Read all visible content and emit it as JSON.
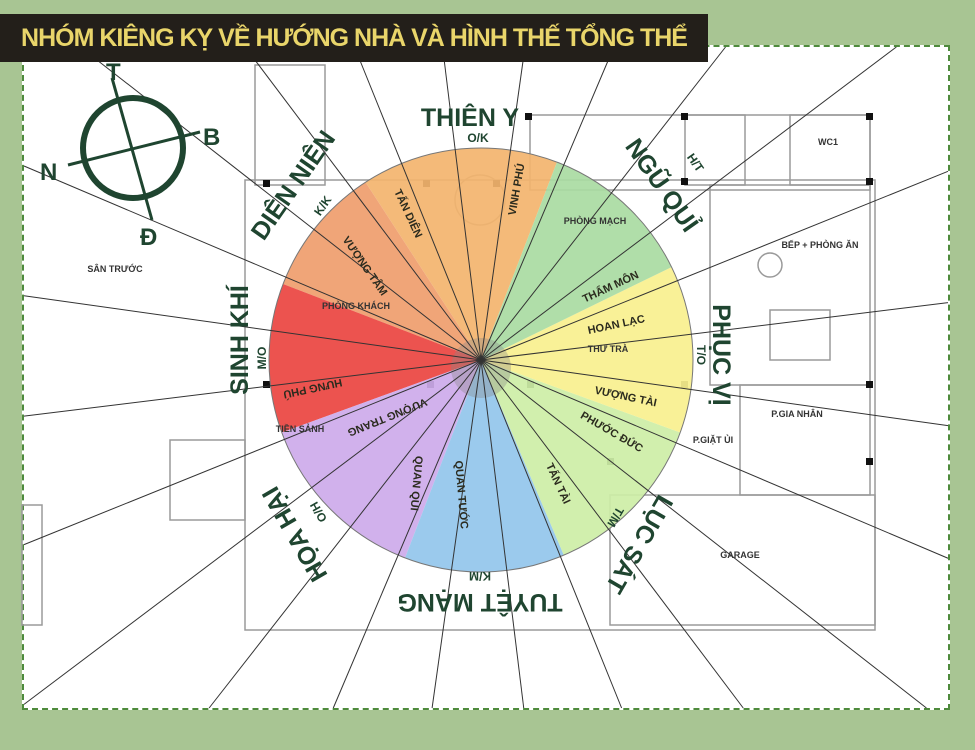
{
  "title": "NHÓM KIÊNG KỴ VỀ HƯỚNG NHÀ VÀ HÌNH THẾ TỔNG THỂ",
  "compass": {
    "top": "T",
    "right": "B",
    "left": "N",
    "bottom": "Đ"
  },
  "directions": [
    {
      "name": "THIÊN Y",
      "code": "O/K",
      "color": "#f3b46e"
    },
    {
      "name": "DIÊN NIÊN",
      "code": "K/K",
      "color": "#ef9d6c"
    },
    {
      "name": "SINH KHÍ",
      "code": "M/O",
      "color": "#ea4440"
    },
    {
      "name": "HỌA HẠI",
      "code": "O/H",
      "color": "#cdaaea"
    },
    {
      "name": "TUYỆT MẠNG",
      "code": "K/M",
      "color": "#92c5eb"
    },
    {
      "name": "LỤC SÁT",
      "code": "T/M",
      "color": "#cdeea6"
    },
    {
      "name": "PHỤC VỊ",
      "code": "T/O",
      "color": "#f8f08e"
    },
    {
      "name": "NGŨ QUỈ",
      "code": "H/T",
      "color": "#a9dba2"
    }
  ],
  "sub_labels": {
    "tan_dien": "TẤN DIÊN",
    "vuong_tam": "VƯỢNG TÂM",
    "vinh_phu": "VINH PHÚ",
    "phong_mach": "PHÒNG MẠCH",
    "tham_mon": "THẨM MÔN",
    "hoan_lac": "HOAN LẠC",
    "thu_tra": "THƯ TRÀ",
    "vuong_tai": "VƯỢNG TÀI",
    "phuoc_duc": "PHƯỚC ĐỨC",
    "tan_tai": "TẤN TÀI",
    "quan_tuoc": "QUAN TƯỚC",
    "quan_qui": "QUAN QÙI",
    "vuong_trang": "VƯỢNG TRANG",
    "hung_phu": "HƯNG PHÚ",
    "tien_sanh": "TIỀN SẢNH",
    "phong_khach": "PHÒNG KHÁCH"
  },
  "rooms": {
    "san_truoc": "SÂN TRƯỚC",
    "wc1": "WC1",
    "bep": "BẾP + PHÒNG ĂN",
    "gia_nhan": "P.GIA NHÂN",
    "giat_ui": "P.GIẶT ỦI",
    "garage": "GARAGE"
  }
}
